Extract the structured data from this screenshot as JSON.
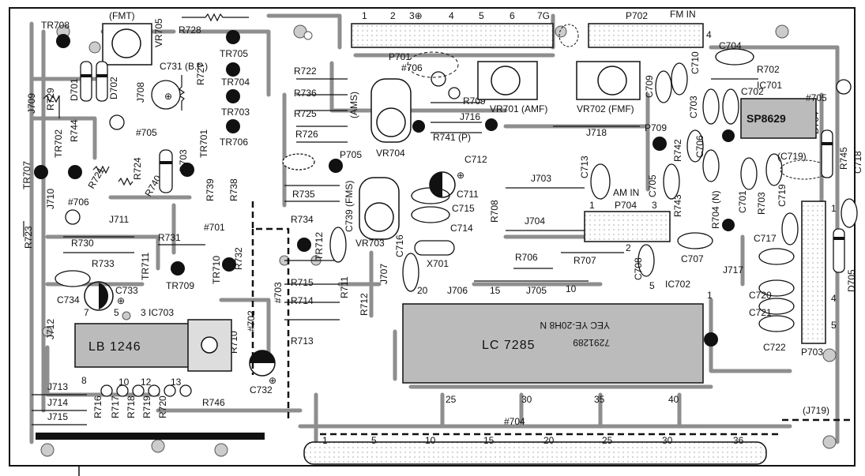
{
  "transistors": [
    "TR708",
    "TR705",
    "TR704",
    "TR703",
    "TR706",
    "TR702",
    "TR707",
    "TR701",
    "TR712",
    "TR711",
    "TR709",
    "TR710"
  ],
  "resistors": [
    "R728",
    "R727",
    "R729",
    "R744",
    "R721",
    "R724",
    "R740",
    "R739",
    "R738",
    "R722",
    "R736",
    "R725",
    "R726",
    "R735",
    "R734",
    "R733",
    "R730",
    "R731",
    "R732",
    "R723",
    "R715",
    "R714",
    "R713",
    "R712",
    "R711",
    "R710",
    "R709",
    "R741 (P)",
    "R708",
    "R706",
    "R707",
    "R702",
    "R742",
    "R743",
    "R704 (N)",
    "R703",
    "R745",
    "R746",
    "R716",
    "R717",
    "R718",
    "R719",
    "R720"
  ],
  "capacitors": [
    "C731 (B.P.)",
    "C733",
    "C734",
    "C732",
    "C739 (FMS)",
    "C712",
    "C711",
    "C715",
    "C714",
    "C716",
    "C710",
    "C709",
    "C704",
    "C703",
    "C702",
    "C706",
    "C705",
    "C713",
    "C701",
    "C719",
    "(C719)",
    "C708",
    "C707",
    "C717",
    "C720",
    "C721",
    "C722",
    "C718"
  ],
  "diodes": [
    "D701",
    "D702",
    "D703",
    "D704",
    "D705"
  ],
  "variable_resistors": [
    "VR705",
    "VR704",
    "VR703",
    "VR701 (AMF)",
    "VR702 (FMF)"
  ],
  "jumpers": [
    "J709",
    "J708",
    "J710",
    "J711",
    "J712",
    "J713",
    "J714",
    "J715",
    "J716",
    "J717",
    "J718",
    "J703",
    "J704",
    "J705",
    "J706",
    "J707",
    "(J719)"
  ],
  "connectors": {
    "p701": {
      "label": "P701",
      "pins": [
        "1",
        "2",
        "3⊕",
        "4",
        "5",
        "6",
        "7G"
      ]
    },
    "p702": {
      "label": "P702",
      "sublabel": "FM IN",
      "pin": "4"
    },
    "p704": {
      "label": "P704",
      "sublabel": "AM IN",
      "pins": [
        "1",
        "3",
        "2"
      ]
    },
    "p703": {
      "label": "P703",
      "pins": [
        "1",
        "4",
        "5"
      ]
    },
    "p705": {
      "label": "P705"
    },
    "p709": {
      "label": "P709"
    }
  },
  "ics": {
    "ic701": {
      "label": "IC701",
      "part": "SP8629"
    },
    "ic702": {
      "label": "IC702",
      "part": "LC 7285",
      "mark": "YEC YE-20H8 N",
      "code": "7291289",
      "pins": [
        "1",
        "5",
        "10",
        "15",
        "20",
        "25",
        "30",
        "35",
        "40"
      ]
    },
    "ic703": {
      "label": "IC703",
      "part": "LB 1246",
      "pins": [
        "7",
        "5",
        "3"
      ]
    }
  },
  "crystal": "X701",
  "test_points": [
    "#706",
    "#705",
    "#706",
    "#705",
    "#701",
    "#702",
    "#703"
  ],
  "connector_704": {
    "label": "#704",
    "pins": [
      "1",
      "5",
      "10",
      "15",
      "20",
      "25",
      "30",
      "36"
    ]
  },
  "misc": {
    "fmt": "(FMT)",
    "ams": "(AMS)",
    "pin_labels_bottom": [
      "8",
      "10",
      "12",
      "13"
    ]
  }
}
